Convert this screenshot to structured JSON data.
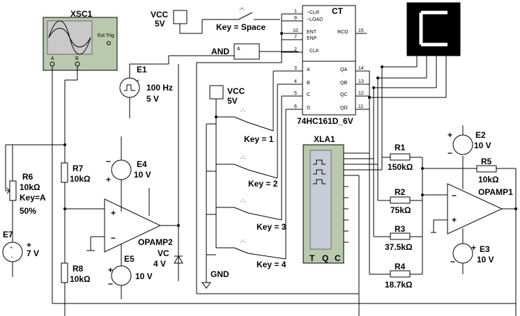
{
  "scope": {
    "ref": "XSC1",
    "ext_trig": "Ext Trig",
    "a": "A",
    "b": "B"
  },
  "vcc_top": {
    "name": "VCC",
    "value": "5V"
  },
  "key_space": "Key = Space",
  "and_gate": {
    "label": "AND",
    "symbol": "&"
  },
  "counter": {
    "title": "CT",
    "part": "74HC161D_6V",
    "left_pins": [
      "~CLR",
      "~LOAD",
      "ENT",
      "ENP",
      "CLK",
      "A",
      "B",
      "C",
      "D"
    ],
    "left_nums": [
      "1",
      "9",
      "10",
      "7",
      "2",
      "3",
      "4",
      "5",
      "6"
    ],
    "right_pins": [
      "RCO",
      "QA",
      "QB",
      "QC",
      "QD"
    ],
    "right_nums": [
      "15",
      "14",
      "13",
      "12",
      "11"
    ]
  },
  "e1": {
    "name": "E1",
    "freq": "100 Hz",
    "amp": "5 V"
  },
  "vcc_mid": {
    "name": "VCC",
    "value": "5V"
  },
  "keys": [
    "Key = 1",
    "Key = 2",
    "Key = 3",
    "Key = 4"
  ],
  "gnd": "GND",
  "r6": {
    "name": "R6",
    "value": "10kΩ",
    "key": "Key=A",
    "pct": "50%"
  },
  "e7": {
    "name": "E7",
    "value": "7 V"
  },
  "r7": {
    "name": "R7",
    "value": "10kΩ"
  },
  "r8": {
    "name": "R8",
    "value": "10kΩ"
  },
  "e4": {
    "name": "E4",
    "value": "10 V"
  },
  "e5": {
    "name": "E5",
    "value": "10 V"
  },
  "opamp2": "OPAMP2",
  "vc": {
    "name": "VC",
    "value": "4 V"
  },
  "xla1": {
    "name": "XLA1",
    "pins": [
      "T",
      "Q",
      "C"
    ]
  },
  "r1": {
    "name": "R1",
    "value": "150kΩ"
  },
  "r2": {
    "name": "R2",
    "value": "75kΩ"
  },
  "r3": {
    "name": "R3",
    "value": "37.5kΩ"
  },
  "r4": {
    "name": "R4",
    "value": "18.7kΩ"
  },
  "r5": {
    "name": "R5",
    "value": "10kΩ"
  },
  "e2": {
    "name": "E2",
    "value": "10 V"
  },
  "e3": {
    "name": "E3",
    "value": "10 V"
  },
  "opamp1": "OPAMP1",
  "display_char": "C",
  "colors": {
    "scope_body": "#b9c9ad",
    "scope_screen": "#c9c9c9",
    "analyzer_body": "#b9c9ad",
    "analyzer_screen": "#c8ccd8"
  }
}
